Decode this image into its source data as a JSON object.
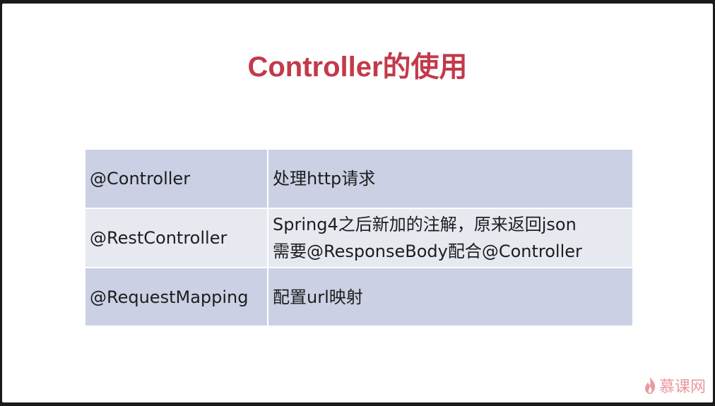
{
  "slide": {
    "title": "Controller的使用"
  },
  "table": {
    "rows": [
      {
        "annotation": "@Controller",
        "description": [
          "处理http请求"
        ]
      },
      {
        "annotation": "@RestController",
        "description": [
          "Spring4之后新加的注解，原来返回json",
          "需要@ResponseBody配合@Controller"
        ]
      },
      {
        "annotation": "@RequestMapping",
        "description": [
          "配置url映射"
        ]
      }
    ]
  },
  "watermark": {
    "text": "慕课网",
    "icon": "flame-icon",
    "color": "#e89aa0"
  },
  "colors": {
    "title": "#c23a4a",
    "row_dark": "#cbd0e4",
    "row_light": "#e7e9f1"
  }
}
